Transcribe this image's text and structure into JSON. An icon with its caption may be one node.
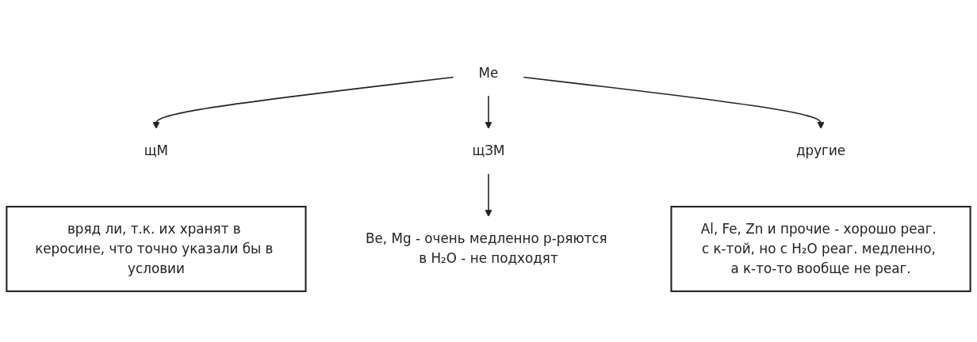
{
  "diagram": {
    "nodes": [
      {
        "text": [
          "Me"
        ]
      },
      {
        "text": [
          "щМ"
        ]
      },
      {
        "text": [
          "щЗМ"
        ]
      },
      {
        "text": [
          "другие"
        ]
      },
      {
        "text": [
          "вряд ли, т.к. их хранят в керосине, что точно указали бы в условии"
        ]
      },
      {
        "text": [
          "Al, Fe, Zn и прочие - хорошо реаг. с к-той, но с H₂O реаг. медленно, а к-то-то вообще не реаг."
        ]
      },
      {
        "text": [
          "Be, Mg - очень медленно р-ряются в H₂O - не подходят"
        ]
      }
    ],
    "edges": [
      {
        "from": 0,
        "to": 1,
        "arrow": "to"
      },
      {
        "from": 0,
        "to": 2,
        "arrow": "to"
      },
      {
        "from": 0,
        "to": 3,
        "arrow": "to"
      },
      {
        "from": 2,
        "to": 6,
        "arrow": "to"
      }
    ]
  }
}
